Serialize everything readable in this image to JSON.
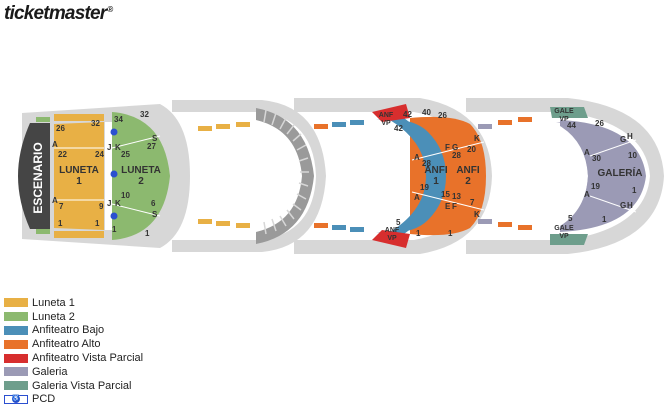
{
  "brand": {
    "logo_text": "ticketmaster",
    "registered_mark": "®"
  },
  "colors": {
    "luneta1": "#e8b045",
    "luneta2": "#8cb96f",
    "anfiteatro_bajo": "#4b8fb8",
    "anfiteatro_alto": "#e8722a",
    "anfiteatro_vista_parcial": "#d72e2e",
    "galeria": "#9b9ab5",
    "galeria_vista_parcial": "#6e9e8c",
    "pcd": "#2b4fd0",
    "structure": "#d7d7d7",
    "stage": "#454545"
  },
  "map": {
    "stage_label": "ESCENARIO",
    "luneta1": {
      "name_line1": "LUNETA",
      "name_line2": "1",
      "row_numbers": [
        "26",
        "32",
        "22",
        "24",
        "7",
        "9",
        "1",
        "1"
      ],
      "row_letters": [
        "A",
        "A"
      ]
    },
    "luneta2": {
      "name_line1": "LUNETA",
      "name_line2": "2",
      "row_numbers": [
        "34",
        "32",
        "27",
        "25",
        "10",
        "6",
        "1",
        "1"
      ],
      "row_letters": [
        "J",
        "K",
        "J",
        "K",
        "S",
        "S"
      ]
    },
    "anfi1": {
      "name_line1": "ANFI",
      "name_line2": "1",
      "row_numbers": [
        "42",
        "28",
        "19",
        "15",
        "1"
      ],
      "row_letters": [
        "A",
        "A",
        "E",
        "F",
        "G"
      ]
    },
    "anfi2": {
      "name_line1": "ANFI",
      "name_line2": "2",
      "row_numbers": [
        "40",
        "26",
        "28",
        "20",
        "13",
        "7",
        "1"
      ],
      "row_letters": [
        "F",
        "G",
        "K",
        "E",
        "K"
      ]
    },
    "anfi_vp": {
      "label_line1": "ANF",
      "label_line2": "VP",
      "row_numbers": [
        "42",
        "5",
        "1"
      ]
    },
    "galeria": {
      "name": "GALERÍA",
      "row_numbers": [
        "44",
        "26",
        "30",
        "10",
        "19",
        "1",
        "5",
        "1"
      ],
      "row_letters": [
        "A",
        "A",
        "G",
        "H",
        "G",
        "H"
      ]
    },
    "galeria_vp": {
      "label_line1": "GALE",
      "label_line2": "VP"
    },
    "pcd_symbol": "♿"
  },
  "legend": [
    {
      "label": "Luneta 1",
      "color": "#e8b045"
    },
    {
      "label": "Luneta 2",
      "color": "#8cb96f"
    },
    {
      "label": "Anfiteatro Bajo",
      "color": "#4b8fb8"
    },
    {
      "label": "Anfiteatro Alto",
      "color": "#e8722a"
    },
    {
      "label": "Anfiteatro Vista Parcial",
      "color": "#d72e2e"
    },
    {
      "label": "Galeria",
      "color": "#9b9ab5"
    },
    {
      "label": "Galeria Vista Parcial",
      "color": "#6e9e8c"
    }
  ],
  "legend_pcd": {
    "label": "PCD"
  }
}
